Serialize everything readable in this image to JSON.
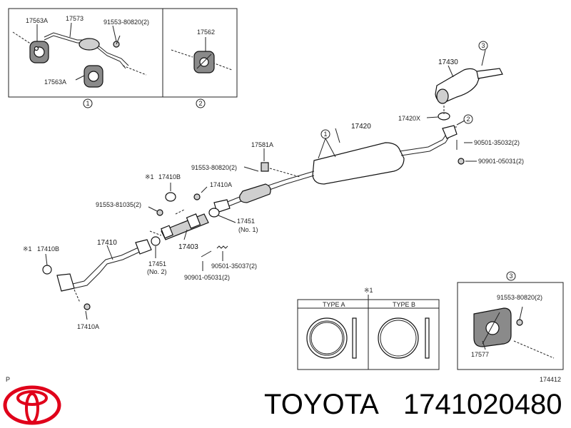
{
  "diagram": {
    "labels": {
      "l17563A_top": "17563A",
      "l17573": "17573",
      "l91553_80820_a": "91553-80820(2)",
      "l17563A_bottom": "17563A",
      "l17562": "17562",
      "l17430": "17430",
      "l17420X": "17420X",
      "l17420": "17420",
      "l90501_35032": "90501-35032(2)",
      "l90901_05031_a": "90901-05031(2)",
      "l17581A": "17581A",
      "l91553_80820_b": "91553-80820(2)",
      "l17410B_top": "17410B",
      "l17410A_mid": "17410A",
      "l91553_81035": "91553-81035(2)",
      "l17451_no1": "17451",
      "l17451_no1_sub": "(No. 1)",
      "l17403": "17403",
      "l17451_no2": "17451",
      "l17451_no2_sub": "(No. 2)",
      "l90501_35037": "90501-35037(2)",
      "l90901_05031_b": "90901-05031(2)",
      "l17410": "17410",
      "l17410B_left": "17410B",
      "l17410A_bottom": "17410A",
      "l91553_80820_c": "91553-80820(2)",
      "l17577": "17577",
      "asterisk_1": "※1",
      "asterisk_1_b": "※1",
      "asterisk_1_c": "※1",
      "type_a": "TYPE A",
      "type_b": "TYPE B",
      "p_mark": "P",
      "ref_code": "174412"
    },
    "callouts": {
      "c1_box": "1",
      "c2_box": "2",
      "c1_main": "1",
      "c2_main": "2",
      "c3_main": "3",
      "c3_box": "3"
    }
  },
  "footer": {
    "brand": "TOYOTA",
    "part_number": "1741020480"
  },
  "colors": {
    "logo_red": "#e0001a",
    "line": "#222222",
    "text": "#000000"
  }
}
